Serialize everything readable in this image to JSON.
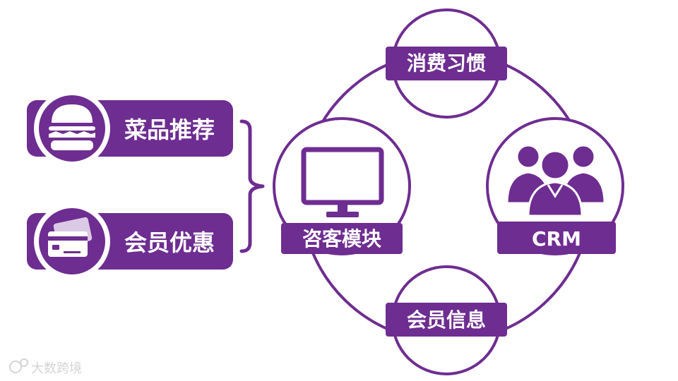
{
  "colors": {
    "primary": "#6e2d91",
    "background": "#ffffff"
  },
  "left_items": [
    {
      "label": "菜品推荐",
      "icon": "burger-icon"
    },
    {
      "label": "会员优惠",
      "icon": "credit-card-icon"
    }
  ],
  "grouping": {
    "icon": "curly-brace-icon"
  },
  "nodes": {
    "top": {
      "label": "消费习惯"
    },
    "left": {
      "label": "咨客模块",
      "icon": "monitor-icon"
    },
    "right": {
      "label": "CRM",
      "icon": "people-group-icon"
    },
    "bottom": {
      "label": "会员信息"
    }
  },
  "watermark": {
    "text": "大数跨境",
    "icon": "watermark-logo-icon"
  }
}
